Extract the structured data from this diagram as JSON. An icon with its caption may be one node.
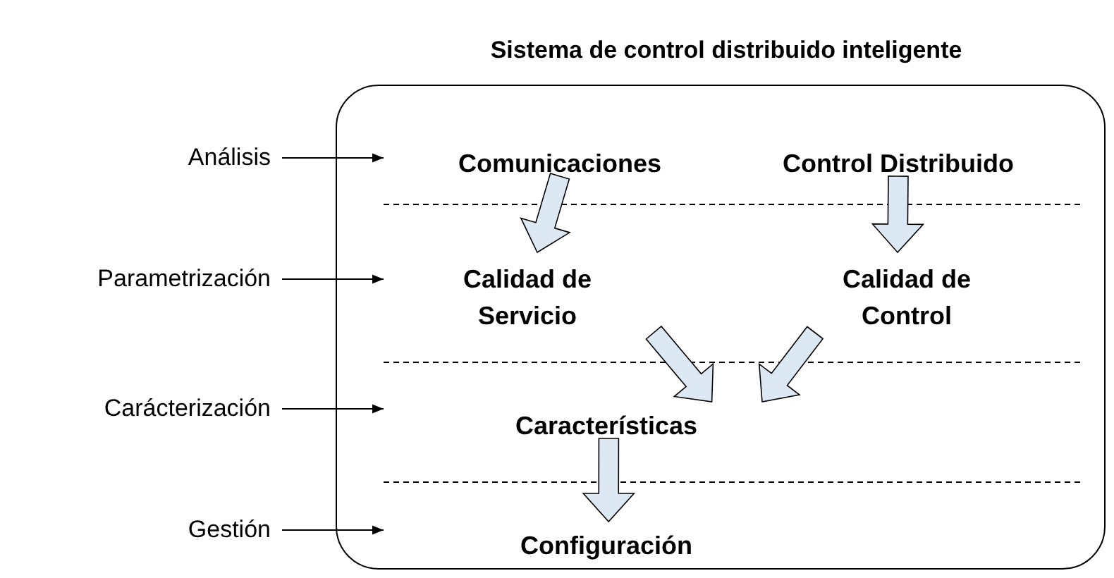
{
  "diagram": {
    "title": "Sistema de control distribuido inteligente",
    "nodes": [
      {
        "text": [],
        "shape": "box"
      },
      {
        "text": [
          "Comunicaciones"
        ],
        "in": 0
      },
      {
        "text": [
          "Control Distribuido"
        ],
        "in": 0
      },
      {
        "text": [
          "Calidad de Servicio"
        ],
        "in": 0
      },
      {
        "text": [
          "Calidad de Control"
        ],
        "in": 0
      },
      {
        "text": [
          "Características"
        ],
        "in": 0
      },
      {
        "text": [
          "Configuración"
        ],
        "in": 0
      },
      {
        "text": [
          "Análisis"
        ]
      },
      {
        "text": [
          "Parametrización"
        ]
      },
      {
        "text": [
          "Carácterización"
        ]
      },
      {
        "text": [
          "Gestión"
        ]
      }
    ],
    "edges": [
      {
        "from": 1,
        "to": 3,
        "arrow": "to",
        "style": "thick"
      },
      {
        "from": 2,
        "to": 4,
        "arrow": "to",
        "style": "thick"
      },
      {
        "from": 3,
        "to": 5,
        "arrow": "to",
        "style": "thick"
      },
      {
        "from": 4,
        "to": 5,
        "arrow": "to",
        "style": "thick"
      },
      {
        "from": 5,
        "to": 6,
        "arrow": "to",
        "style": "thick"
      },
      {
        "from": 7,
        "to": null,
        "arrow": "to"
      },
      {
        "from": 8,
        "to": null,
        "arrow": "to"
      },
      {
        "from": 9,
        "to": null,
        "arrow": "to"
      },
      {
        "from": 10,
        "to": null,
        "arrow": "to"
      }
    ]
  }
}
